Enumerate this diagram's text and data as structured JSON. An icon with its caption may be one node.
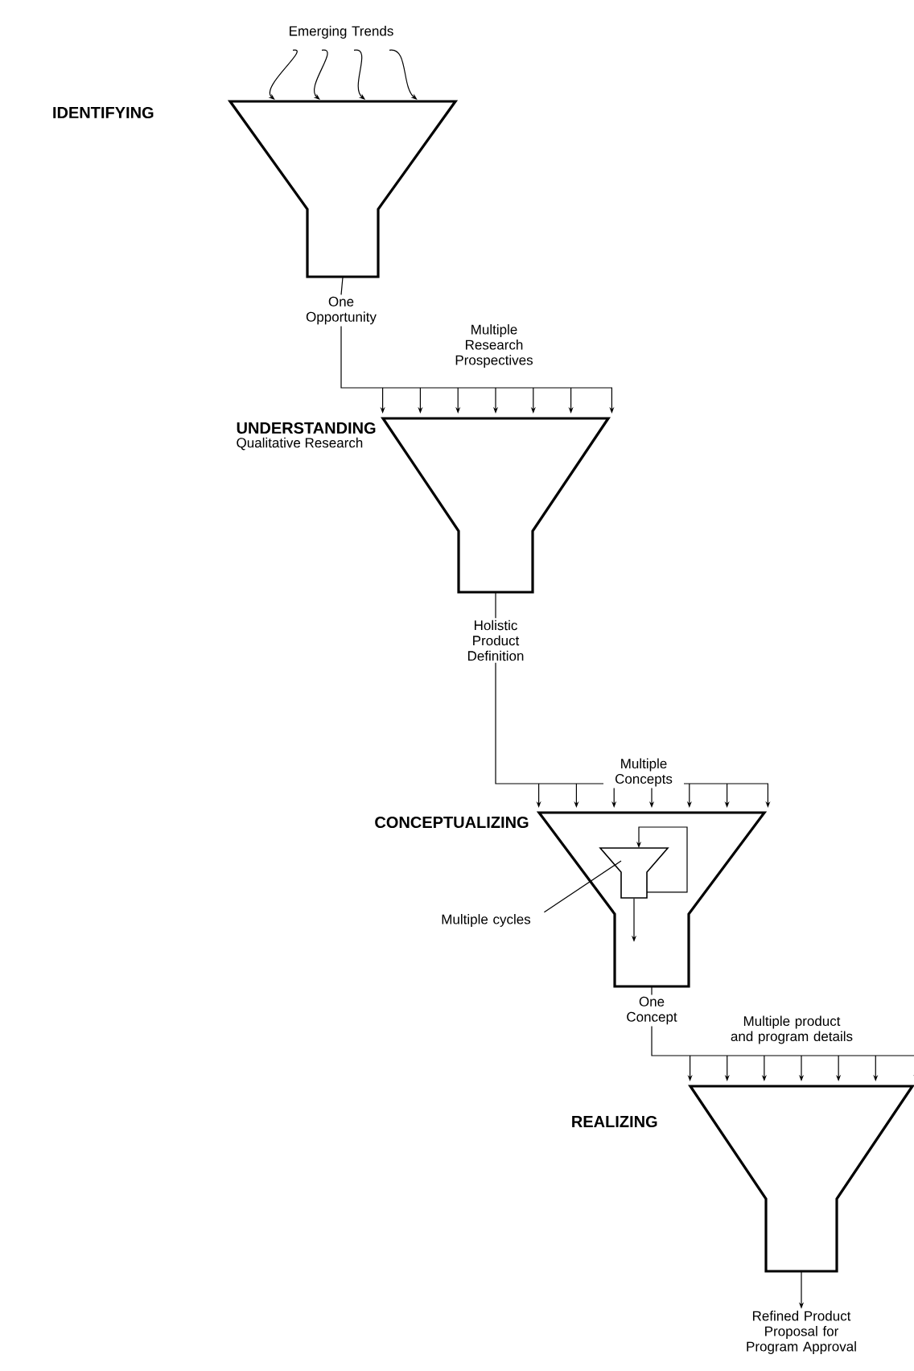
{
  "diagram": {
    "nodes": [
      {
        "text": [
          "IDENTIFYING"
        ]
      },
      {
        "text": [
          "Emerging Trends"
        ]
      },
      {
        "text": [
          "One Opportunity"
        ]
      },
      {
        "text": [
          "UNDERSTANDING",
          "Qualitative Research"
        ]
      },
      {
        "text": [
          "Holistic Product Definition"
        ]
      },
      {
        "text": [
          "CONCEPTUALIZING"
        ]
      },
      {
        "text": [],
        "shape": "funnel",
        "in": 5
      },
      {
        "text": [
          "Multiple cycles"
        ]
      },
      {
        "text": [
          "One Concept"
        ]
      },
      {
        "text": [
          "REALIZING"
        ]
      },
      {
        "text": [
          "Refined Product Proposal for Program Approval"
        ]
      }
    ],
    "edges": [
      {
        "from": 1,
        "to": 0,
        "arrow": "to"
      },
      {
        "from": 1,
        "to": 0,
        "arrow": "to"
      },
      {
        "from": 1,
        "to": 0,
        "arrow": "to"
      },
      {
        "from": 1,
        "to": 0,
        "arrow": "to"
      },
      {
        "from": 0,
        "to": 2,
        "arrow": "none"
      },
      {
        "from": 2,
        "to": 3,
        "arrow": "to",
        "label": "Multiple Research Prospectives"
      },
      {
        "from": 3,
        "to": 4,
        "arrow": "none"
      },
      {
        "from": 4,
        "to": 5,
        "arrow": "to",
        "label": "Multiple Concepts"
      },
      {
        "from": 7,
        "to": 6,
        "arrow": "none"
      },
      {
        "from": 6,
        "to": 6,
        "arrow": "to"
      },
      {
        "from": 6,
        "to": null,
        "arrow": "to"
      },
      {
        "from": 5,
        "to": 8,
        "arrow": "none"
      },
      {
        "from": 8,
        "to": 9,
        "arrow": "to",
        "label": "Multiple product and program details"
      },
      {
        "from": 9,
        "to": 10,
        "arrow": "to"
      }
    ]
  }
}
